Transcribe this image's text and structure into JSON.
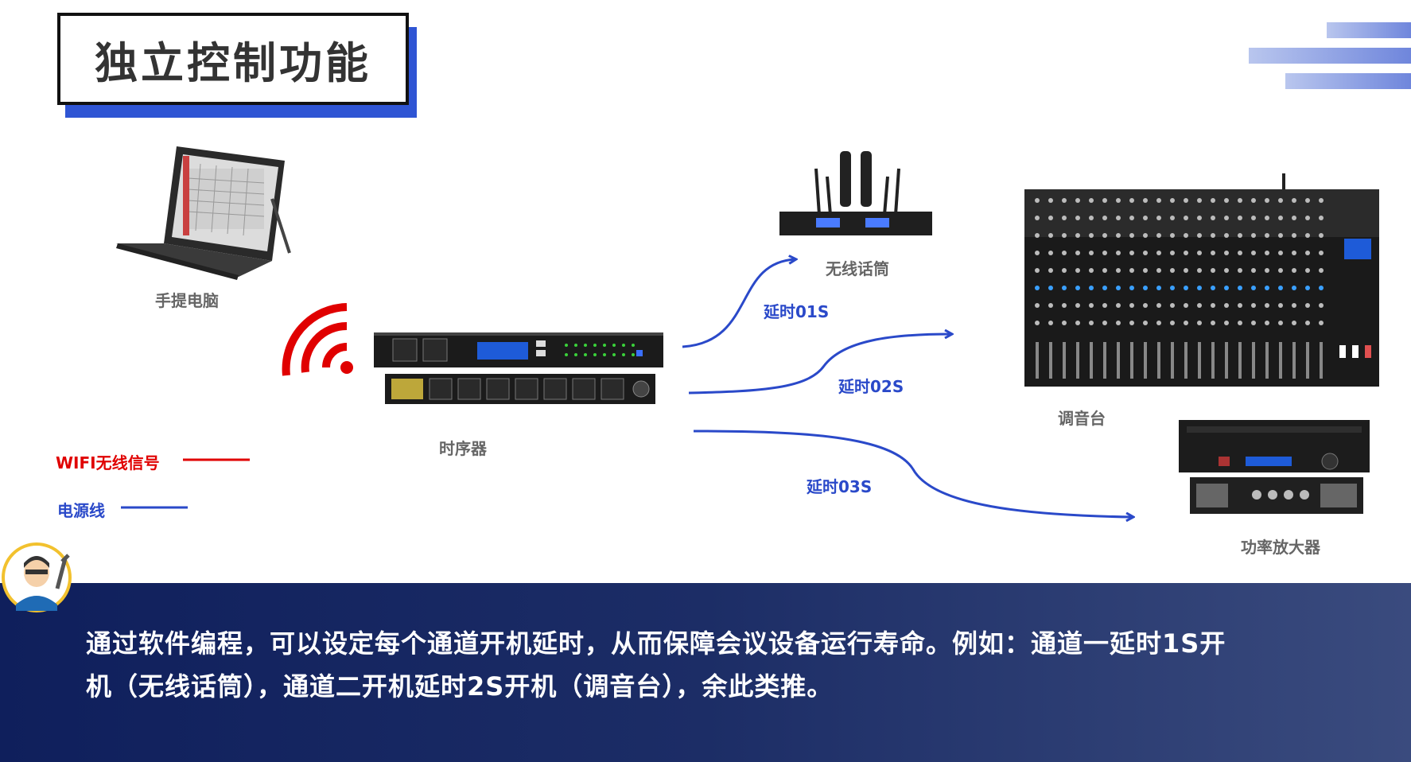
{
  "title": "独立控制功能",
  "devices": {
    "laptop": "手提电脑",
    "sequencer": "时序器",
    "mic": "无线话筒",
    "mixer": "调音台",
    "amp": "功率放大器"
  },
  "delays": {
    "d1": "延时01S",
    "d2": "延时02S",
    "d3": "延时03S"
  },
  "legend": {
    "wifi": "WIFI无线信号",
    "power": "电源线"
  },
  "caption": {
    "line1": "通过软件编程，可以设定每个通道开机延时，从而保障会议设备运行寿命。例如：通道一延时1S开",
    "line2": "机（无线话筒），通道二开机延时2S开机（调音台），余此类推。"
  },
  "colors": {
    "accent_blue": "#2f55d4",
    "wifi_red": "#e00000",
    "arrow_blue": "#2a49c9",
    "band_dark": "#0f1f5c"
  }
}
